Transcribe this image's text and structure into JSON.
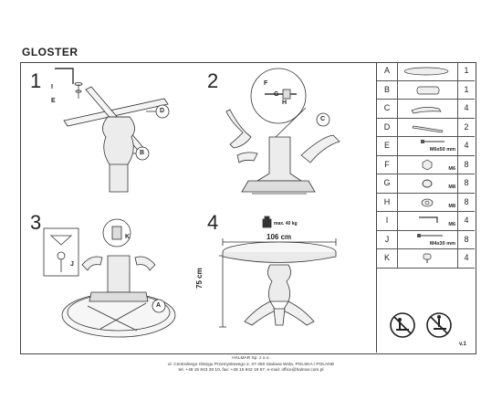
{
  "title": "GLOSTER",
  "steps": [
    {
      "number": "1",
      "callouts": [
        "I",
        "E",
        "D",
        "B"
      ]
    },
    {
      "number": "2",
      "callouts": [
        "F",
        "G",
        "H",
        "C"
      ]
    },
    {
      "number": "3",
      "callouts": [
        "K",
        "J",
        "A"
      ]
    },
    {
      "number": "4"
    }
  ],
  "dimensions": {
    "width": "106 cm",
    "height": "75 cm",
    "max_load": "max. 40 kg"
  },
  "parts": [
    {
      "letter": "A",
      "qty": "1",
      "note": ""
    },
    {
      "letter": "B",
      "qty": "1",
      "note": ""
    },
    {
      "letter": "C",
      "qty": "4",
      "note": ""
    },
    {
      "letter": "D",
      "qty": "2",
      "note": ""
    },
    {
      "letter": "E",
      "qty": "4",
      "note": "M6x50 mm"
    },
    {
      "letter": "F",
      "qty": "8",
      "note": "M6"
    },
    {
      "letter": "G",
      "qty": "8",
      "note": "M8"
    },
    {
      "letter": "H",
      "qty": "8",
      "note": "M8"
    },
    {
      "letter": "I",
      "qty": "4",
      "note": "M6"
    },
    {
      "letter": "J",
      "qty": "8",
      "note": "M4x30 mm"
    },
    {
      "letter": "K",
      "qty": "4",
      "note": ""
    }
  ],
  "version": "v.1",
  "footer": {
    "line1": "HALMAR Sp. z o.o.",
    "line2": "ul. Centralnego Okręgu Przemysłowego 2, 37-450 Stalowa Wola, POLSKA / POLAND",
    "line3": "tel. +48 15 843 28 10, fax: +48 15 842 19 57, e-mail: office@halmar.com.pl"
  }
}
